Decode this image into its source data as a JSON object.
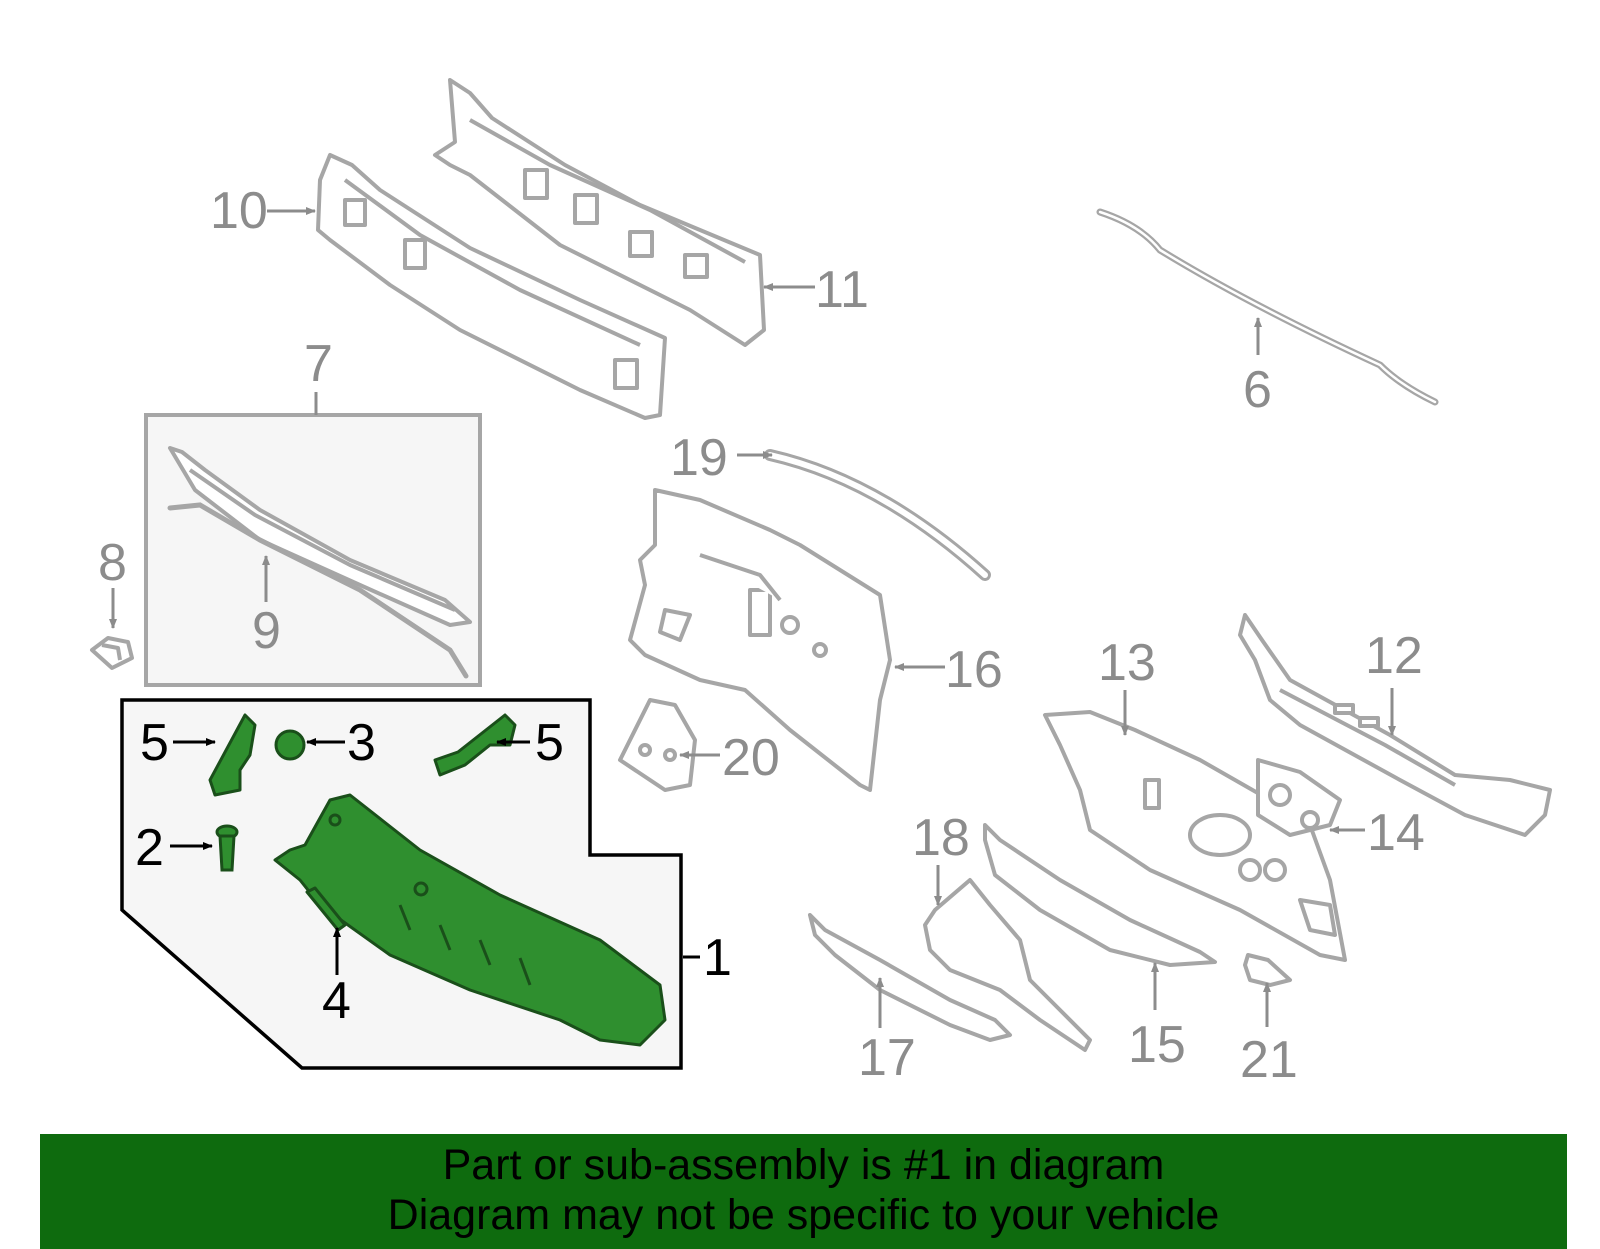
{
  "diagram": {
    "colors": {
      "highlight": "#2f8f2f",
      "highlight_stroke": "#1a4f1a",
      "outline": "#a6a6a6",
      "box_fill": "#f6f6f6",
      "label_gray": "#8c8c8c",
      "label_dark": "#000000"
    },
    "labels": {
      "p1": "1",
      "p2": "2",
      "p3": "3",
      "p4": "4",
      "p5a": "5",
      "p5b": "5",
      "p6": "6",
      "p7": "7",
      "p8": "8",
      "p9": "9",
      "p10": "10",
      "p11": "11",
      "p12": "12",
      "p13": "13",
      "p14": "14",
      "p15": "15",
      "p16": "16",
      "p17": "17",
      "p18": "18",
      "p19": "19",
      "p20": "20",
      "p21": "21"
    }
  },
  "banner": {
    "line1": "Part or sub-assembly is #1 in diagram",
    "line2": "Diagram may not be specific to your vehicle",
    "background": "#0e6b0e"
  }
}
